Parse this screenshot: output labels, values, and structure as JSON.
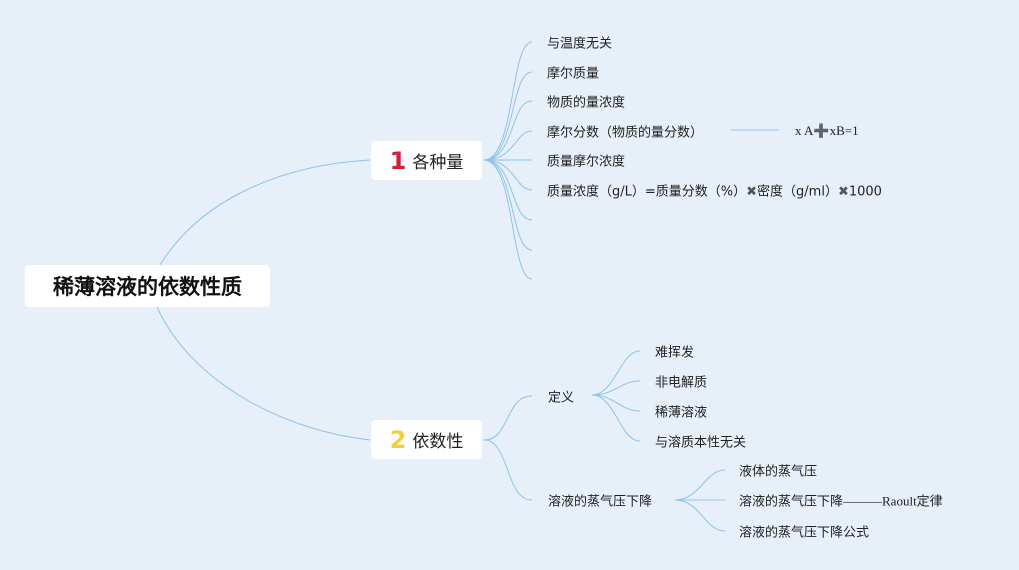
{
  "root": "稀薄溶液的依数性质",
  "topics": [
    {
      "num": "1",
      "label": "各种量",
      "num_color": "#d0203a",
      "children": [
        "与温度无关",
        "摩尔质量",
        "物质的量浓度",
        "摩尔分数（物质的量分数）",
        "质量摩尔浓度"
      ],
      "formula": {
        "p1": "质量浓度（g/L）=质量分数（%）",
        "x1": "✖",
        "p2": "密度（g/ml）",
        "x2": "✖",
        "p3": "1000"
      },
      "mole_fraction": {
        "a": "x A",
        "plus": "➕",
        "b": "xB=1"
      }
    },
    {
      "num": "2",
      "label": "依数性",
      "num_color": "#f2d03b",
      "definition": {
        "label": "定义",
        "children": [
          "难挥发",
          "非电解质",
          "稀薄溶液",
          "与溶质本性无关"
        ]
      },
      "vapor": {
        "label": "溶液的蒸气压下降",
        "children": [
          "液体的蒸气压",
          "溶液的蒸气压下降",
          "溶液的蒸气压下降公式"
        ],
        "raoult": "———Raoult定律"
      }
    }
  ],
  "colors": {
    "line": "#8fc4e6",
    "background": "#e7eff8"
  }
}
